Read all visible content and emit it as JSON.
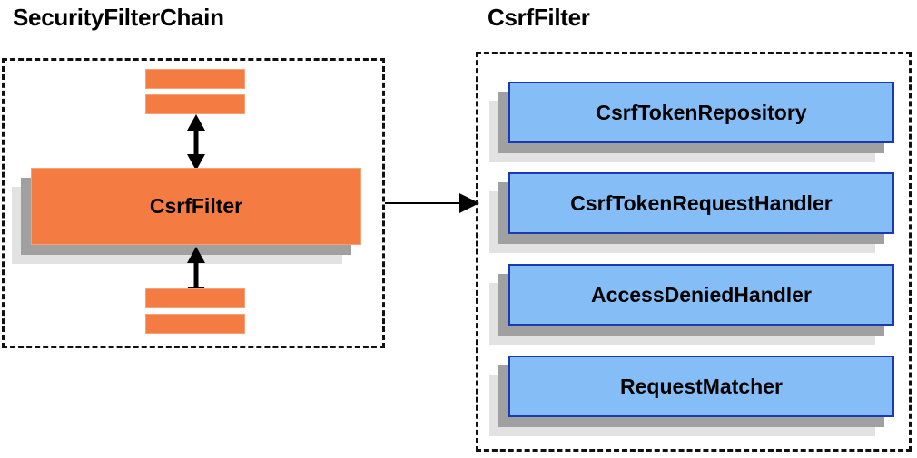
{
  "panels": [
    {
      "id": "security-filter-chain",
      "title": "SecurityFilterChain",
      "main_box": {
        "label": "CsrfFilter"
      },
      "stub_count_top": 2,
      "stub_count_bottom": 2,
      "arrows": [
        {
          "name": "bidirectional-arrow-top",
          "direction": "both"
        },
        {
          "name": "bidirectional-arrow-bottom",
          "direction": "both"
        }
      ]
    },
    {
      "id": "csrf-filter",
      "title": "CsrfFilter",
      "items": [
        {
          "label": "CsrfTokenRepository"
        },
        {
          "label": "CsrfTokenRequestHandler"
        },
        {
          "label": "AccessDeniedHandler"
        },
        {
          "label": "RequestMatcher"
        }
      ]
    }
  ],
  "connector": {
    "name": "csrf-filter-expansion-arrow",
    "direction": "right"
  },
  "colors": {
    "orange_fill": "#f47b42",
    "orange_border": "#f9a074",
    "blue_fill": "#85bef7",
    "blue_border": "#1c39b5",
    "shadow_dark": "#a0a0a0",
    "shadow_light": "#e2e2e2",
    "outline": "#111111",
    "text": "#000000",
    "background": "#ffffff"
  }
}
